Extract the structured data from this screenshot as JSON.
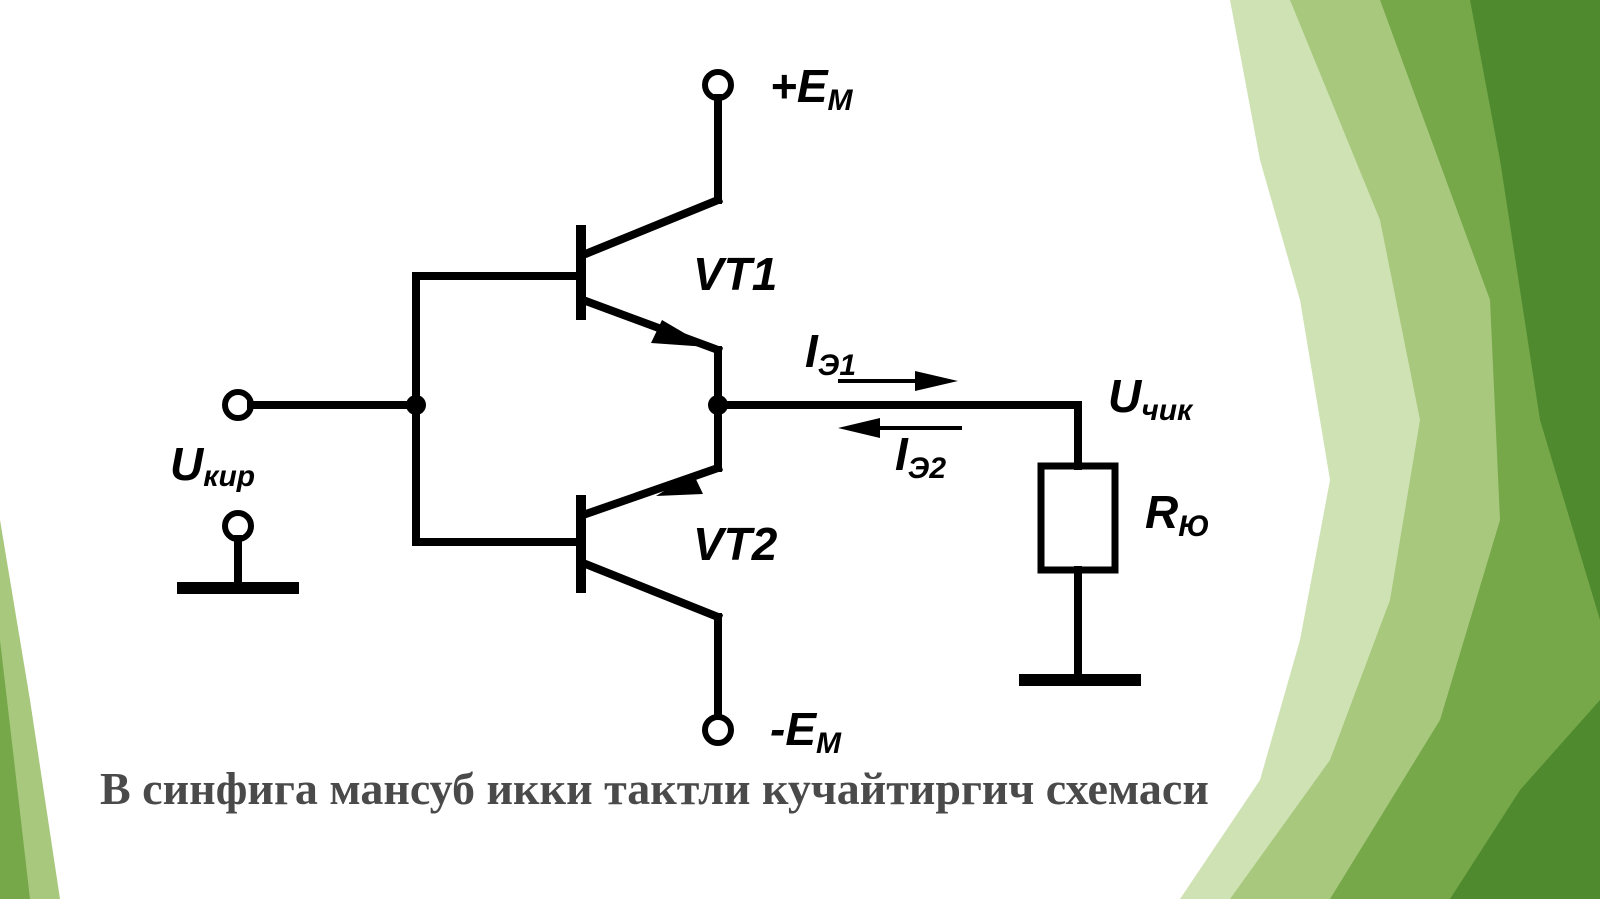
{
  "colors": {
    "background": "#ffffff",
    "wire": "#000000",
    "caption": "#4a4a4a",
    "green_dark": "#4f8a2f",
    "green_mid": "#76a84a",
    "green_light": "#a8c87e",
    "green_pale": "#cfe2b4"
  },
  "labels": {
    "supply_pos": "+E",
    "supply_pos_sub": "М",
    "supply_neg": "-E",
    "supply_neg_sub": "М",
    "transistor_top": "VT1",
    "transistor_bottom": "VT2",
    "current1": "I",
    "current1_sub": "Э1",
    "current2": "I",
    "current2_sub": "Э2",
    "input": "U",
    "input_sub": "кир",
    "output": "U",
    "output_sub": "чик",
    "load": "R",
    "load_sub": "Ю"
  },
  "caption": "В синфига мансуб икки тактли кучайтиргич схемаси"
}
